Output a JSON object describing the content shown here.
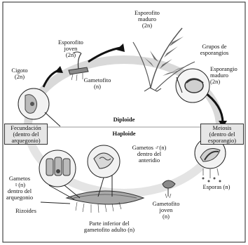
{
  "labels": {
    "esporofito_maduro": "Esporofito\nmaduro\n(2n)",
    "grupos_esporangios": "Grupos de\nesporangios",
    "esporangio_maduro": "Esporangio\nmaduro\n(2n)",
    "meiosis": "Meiosis\n(dentro del\nesporangio)",
    "esporofito_joven": "Esporofito\njoven\n(2n)",
    "gametofito_top": "Gametofito\n(n)",
    "cigoto": "Cigoto\n(2n)",
    "fecundacion": "Fecundación\n(dentro del\narquegonio)",
    "diploide": "Diploide",
    "haploide": "Haploide",
    "gametos_male": "Gametos ♂(n)\ndentro del\nanteridio",
    "gametos_female": "Gametos\n♀(n)\ndentro del\narquegonio",
    "rizoides": "Rizoides",
    "parte_inferior": "Parte inferior del\ngametofito adulto (n)",
    "gametofito_joven": "Gametofito\njoven\n(n)",
    "esporas": "Esporas (n)"
  },
  "colors": {
    "diploid_ring": "#d9d9d9",
    "haploid_ring": "#e4e4e4",
    "box_fill": "#e6e6e6",
    "arrow": "#111111",
    "frond": "#6b6b6b"
  }
}
